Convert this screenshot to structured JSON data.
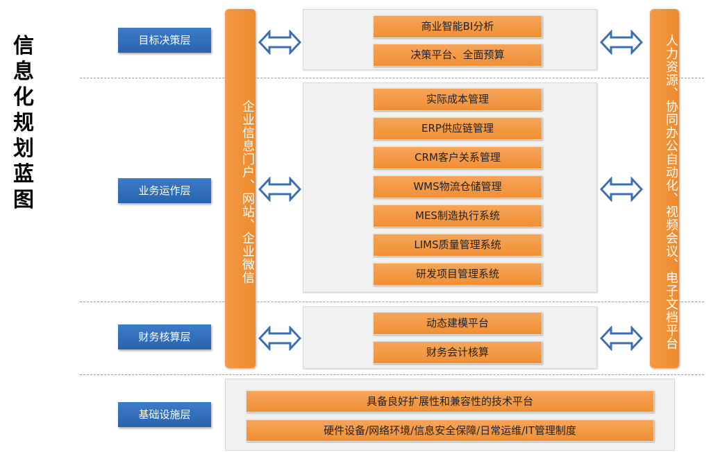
{
  "title": "信\n息\n化\n规\n划\n蓝\n图",
  "layers": {
    "decision": "目标决策层",
    "operation": "业务运作层",
    "finance": "财务核算层",
    "infrastructure": "基础设施层"
  },
  "left_bar": "企业信息门户、网站、企业微信",
  "right_bar": "人力资源、协同办公自动化、视频会议、电子文档平台",
  "decision_systems": [
    "商业智能BI分析",
    "决策平台、全面预算"
  ],
  "operation_systems": [
    "实际成本管理",
    "ERP供应链管理",
    "CRM客户关系管理",
    "WMS物流仓储管理",
    "MES制造执行系统",
    "LIMS质量管理系统",
    "研发项目管理系统"
  ],
  "finance_systems": [
    "动态建模平台",
    "财务会计核算"
  ],
  "infrastructure_items": [
    "具备良好扩展性和兼容性的技术平台",
    "硬件设备/网络环境/信息安全保障/日常运维/IT管理制度"
  ],
  "colors": {
    "layer_label": "#2f6db6",
    "system_box": "#f39a45",
    "arrow": "#3a6fb0"
  }
}
